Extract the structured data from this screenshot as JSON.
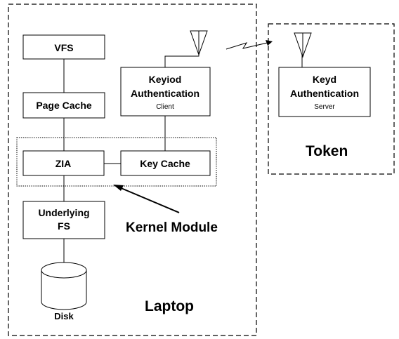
{
  "diagram": {
    "boxes": {
      "vfs": "VFS",
      "page_cache": "Page Cache",
      "zia": "ZIA",
      "key_cache": "Key Cache",
      "underlying_fs": [
        "Underlying",
        "FS"
      ],
      "keyiod": [
        "Keyiod",
        "Authentication",
        "Client"
      ],
      "keyd": [
        "Keyd",
        "Authentication",
        "Server"
      ]
    },
    "disk_label": "Disk",
    "regions": {
      "laptop": "Laptop",
      "token": "Token",
      "kernel_module": "Kernel Module"
    }
  }
}
